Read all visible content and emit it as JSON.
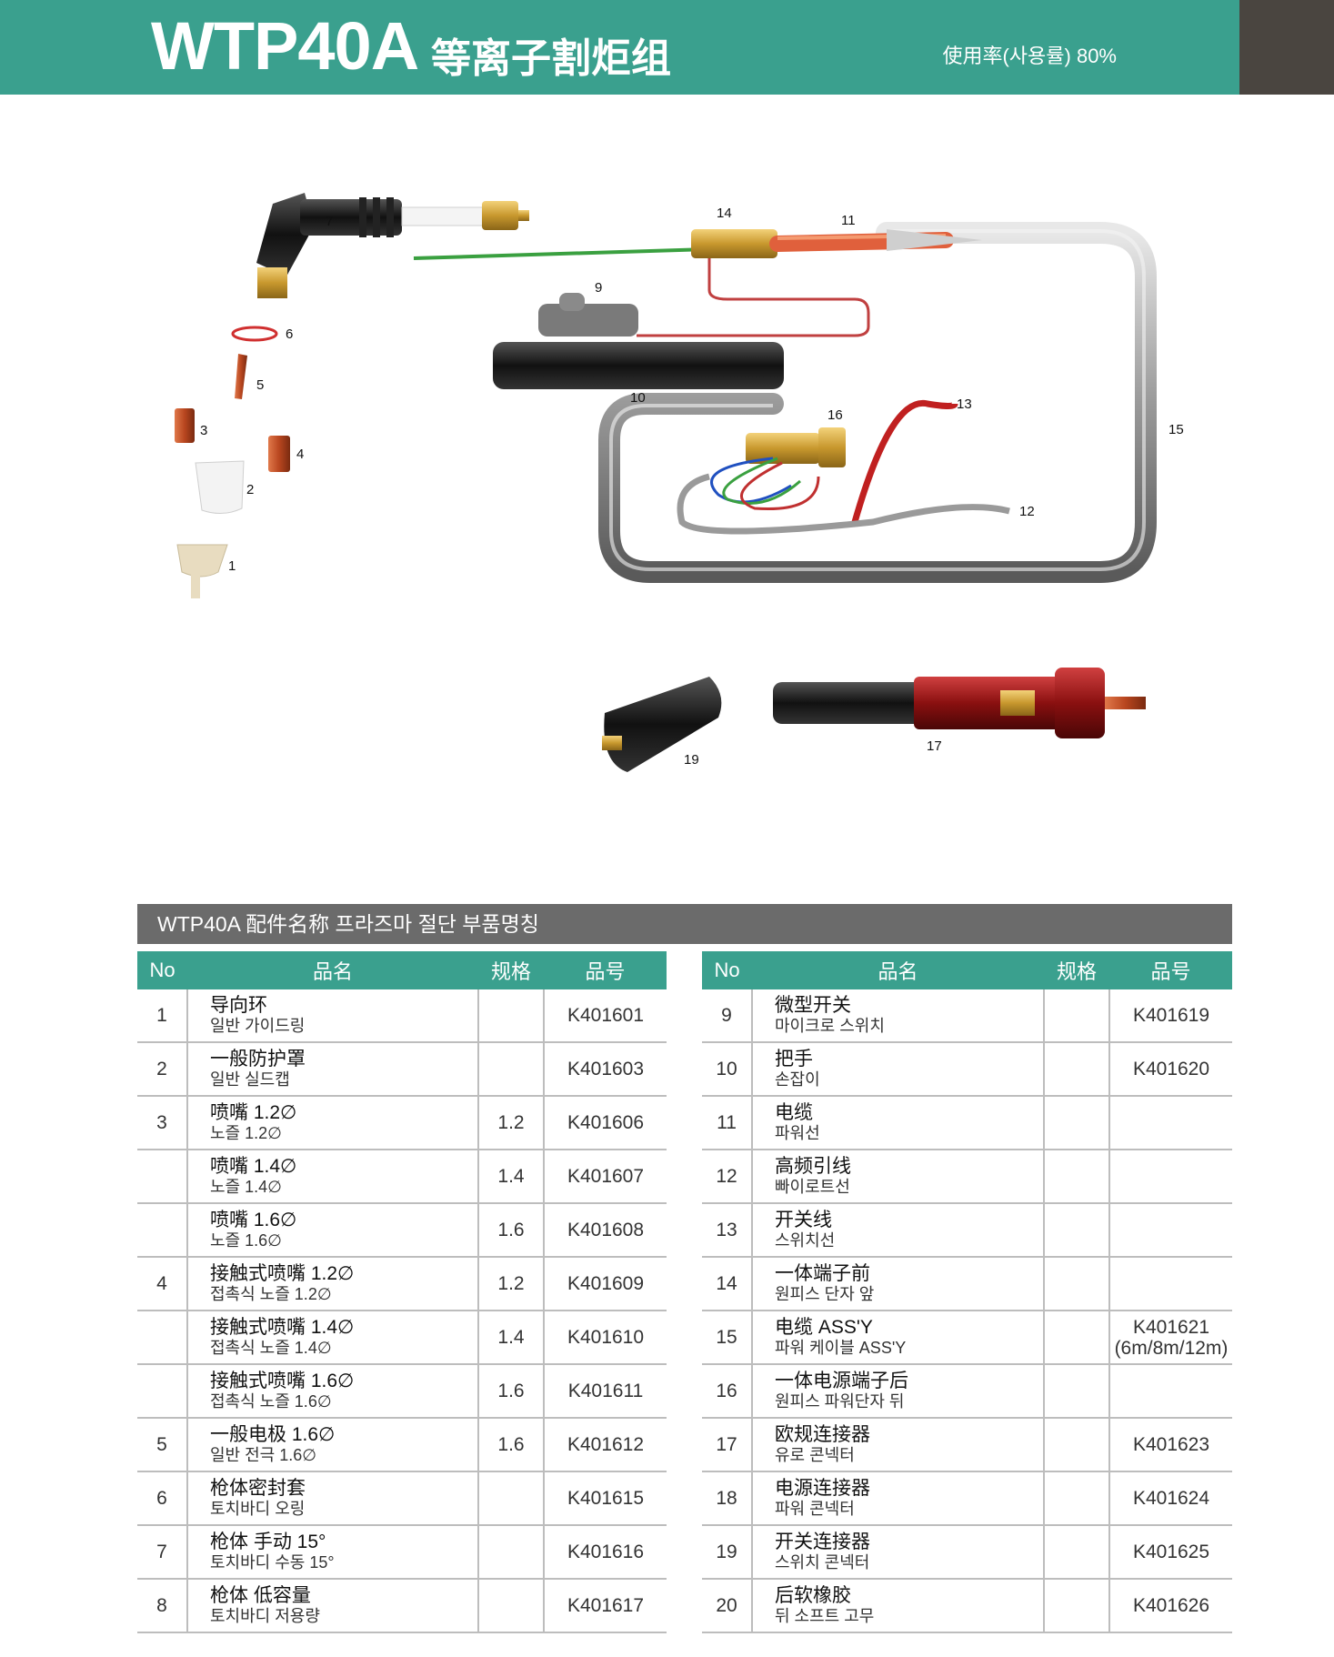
{
  "header": {
    "model": "WTP40A",
    "name": "等离子割炬组",
    "duty": "使用率(사용률) 80%"
  },
  "diagram_labels": [
    "1",
    "2",
    "3",
    "4",
    "5",
    "6",
    "7",
    "9",
    "10",
    "11",
    "12",
    "13",
    "14",
    "15",
    "16",
    "17",
    "19"
  ],
  "section_title": "WTP40A 配件名称 프라즈마 절단 부품명칭",
  "columns": {
    "no": "No",
    "name": "品名",
    "spec": "规格",
    "code": "品号"
  },
  "left_rows": [
    {
      "no": "1",
      "cn": "导向环",
      "ko": "일반 가이드링",
      "spec": "",
      "code": "K401601"
    },
    {
      "no": "2",
      "cn": "一般防护罩",
      "ko": "일반 실드캡",
      "spec": "",
      "code": "K401603"
    },
    {
      "no": "3",
      "cn": "喷嘴 1.2∅",
      "ko": "노즐 1.2∅",
      "spec": "1.2",
      "code": "K401606"
    },
    {
      "no": "",
      "cn": "喷嘴 1.4∅",
      "ko": "노즐 1.4∅",
      "spec": "1.4",
      "code": "K401607"
    },
    {
      "no": "",
      "cn": "喷嘴 1.6∅",
      "ko": "노즐 1.6∅",
      "spec": "1.6",
      "code": "K401608"
    },
    {
      "no": "4",
      "cn": "接触式喷嘴 1.2∅",
      "ko": "접촉식 노즐 1.2∅",
      "spec": "1.2",
      "code": "K401609"
    },
    {
      "no": "",
      "cn": "接触式喷嘴 1.4∅",
      "ko": "접촉식 노즐 1.4∅",
      "spec": "1.4",
      "code": "K401610"
    },
    {
      "no": "",
      "cn": "接触式喷嘴 1.6∅",
      "ko": "접촉식 노즐 1.6∅",
      "spec": "1.6",
      "code": "K401611"
    },
    {
      "no": "5",
      "cn": "一般电极 1.6∅",
      "ko": "일반 전극 1.6∅",
      "spec": "1.6",
      "code": "K401612"
    },
    {
      "no": "6",
      "cn": "枪体密封套",
      "ko": "토치바디 오링",
      "spec": "",
      "code": "K401615"
    },
    {
      "no": "7",
      "cn": "枪体 手动 15°",
      "ko": "토치바디 수동 15°",
      "spec": "",
      "code": "K401616"
    },
    {
      "no": "8",
      "cn": "枪体 低容量",
      "ko": "토치바디 저용량",
      "spec": "",
      "code": "K401617"
    }
  ],
  "right_rows": [
    {
      "no": "9",
      "cn": "微型开关",
      "ko": "마이크로 스위치",
      "spec": "",
      "code": "K401619"
    },
    {
      "no": "10",
      "cn": "把手",
      "ko": "손잡이",
      "spec": "",
      "code": "K401620"
    },
    {
      "no": "11",
      "cn": "电缆",
      "ko": "파워선",
      "spec": "",
      "code": ""
    },
    {
      "no": "12",
      "cn": "高频引线",
      "ko": "빠이로트선",
      "spec": "",
      "code": ""
    },
    {
      "no": "13",
      "cn": "开关线",
      "ko": "스위치선",
      "spec": "",
      "code": ""
    },
    {
      "no": "14",
      "cn": "一体端子前",
      "ko": "원피스 단자 앞",
      "spec": "",
      "code": ""
    },
    {
      "no": "15",
      "cn": "电缆 ASS'Y",
      "ko": "파워 케이블 ASS'Y",
      "spec": "",
      "code": "K401621\n(6m/8m/12m)"
    },
    {
      "no": "16",
      "cn": "一体电源端子后",
      "ko": "원피스 파워단자 뒤",
      "spec": "",
      "code": ""
    },
    {
      "no": "17",
      "cn": "欧规连接器",
      "ko": "유로 콘넥터",
      "spec": "",
      "code": "K401623"
    },
    {
      "no": "18",
      "cn": "电源连接器",
      "ko": "파워 콘넥터",
      "spec": "",
      "code": "K401624"
    },
    {
      "no": "19",
      "cn": "开关连接器",
      "ko": "스위치 콘넥터",
      "spec": "",
      "code": "K401625"
    },
    {
      "no": "20",
      "cn": "后软橡胶",
      "ko": "뒤 소프트 고무",
      "spec": "",
      "code": "K401626"
    }
  ],
  "colors": {
    "accent": "#3aa08e",
    "dark": "#4a4540",
    "section": "#6b6b6b"
  }
}
